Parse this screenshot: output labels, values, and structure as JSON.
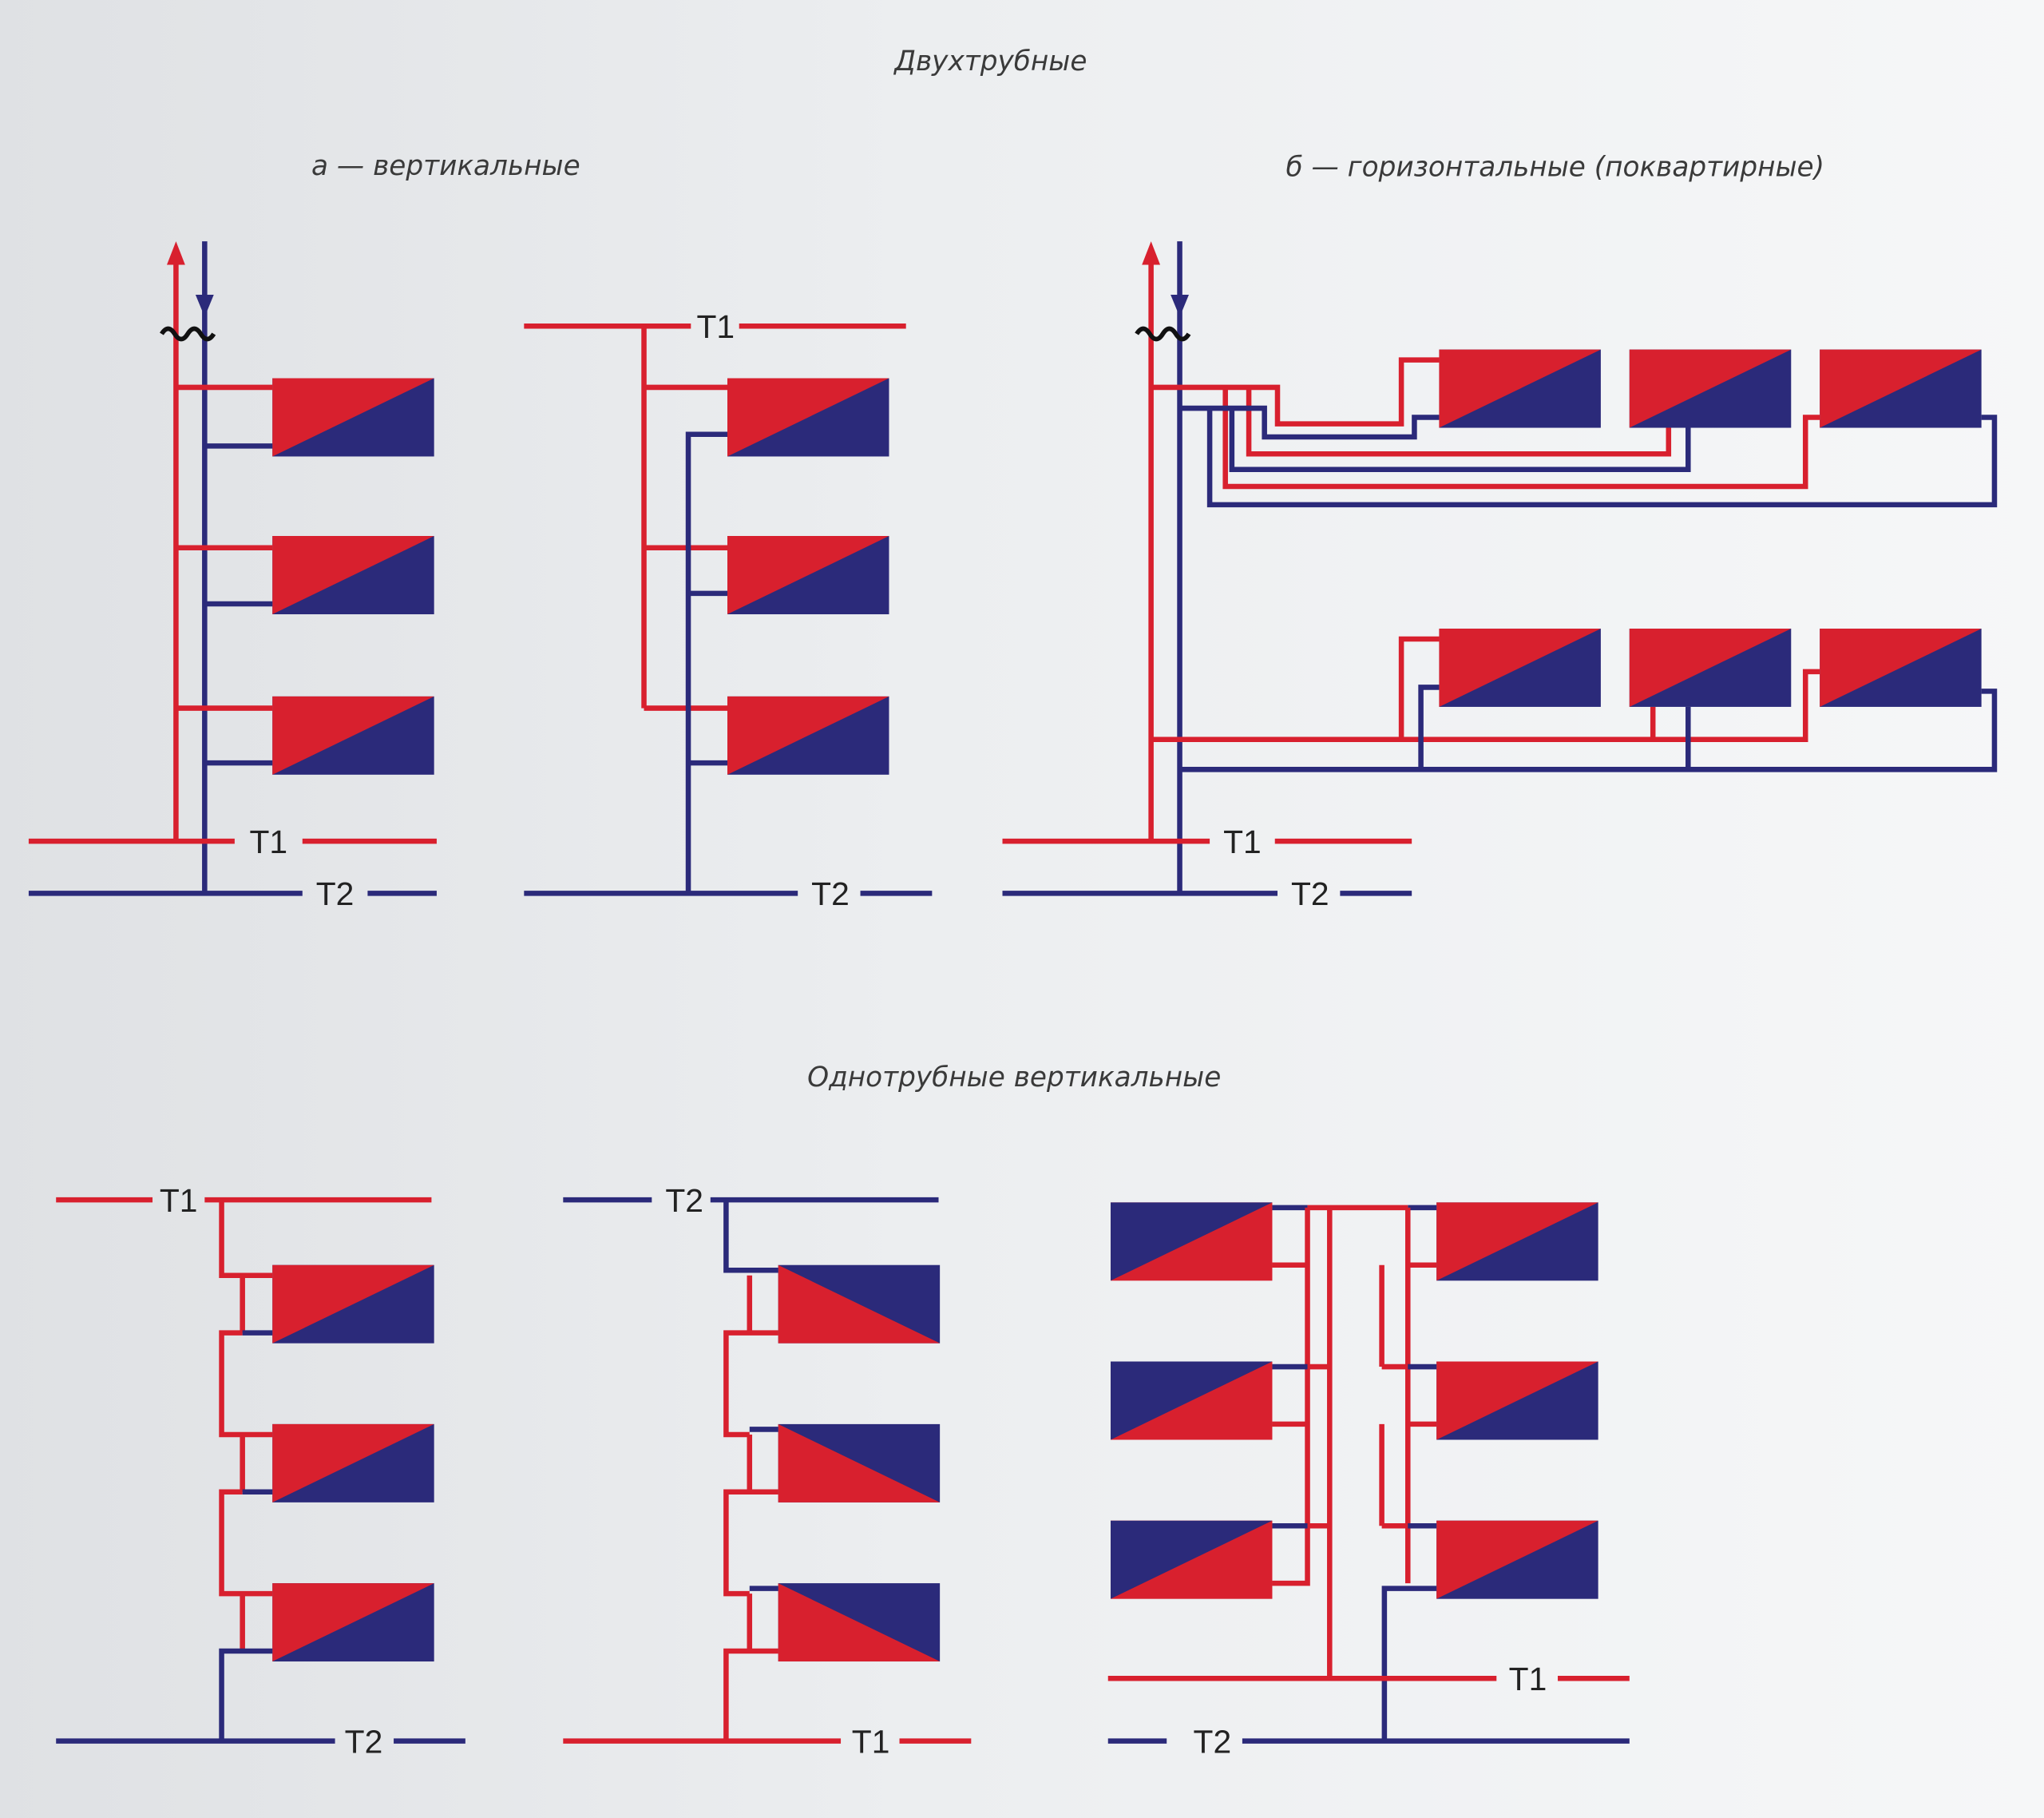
{
  "titles": {
    "two_pipe": "Двухтрубные",
    "vertical_a": "а — вертикальные",
    "horizontal_b": "б — горизонтальные (поквартирные)",
    "one_pipe": "Однотрубные вертикальные"
  },
  "labels": {
    "t1": "T1",
    "t2": "T2"
  },
  "colors": {
    "supply": "#d8202e",
    "return": "#2b2a7a"
  }
}
